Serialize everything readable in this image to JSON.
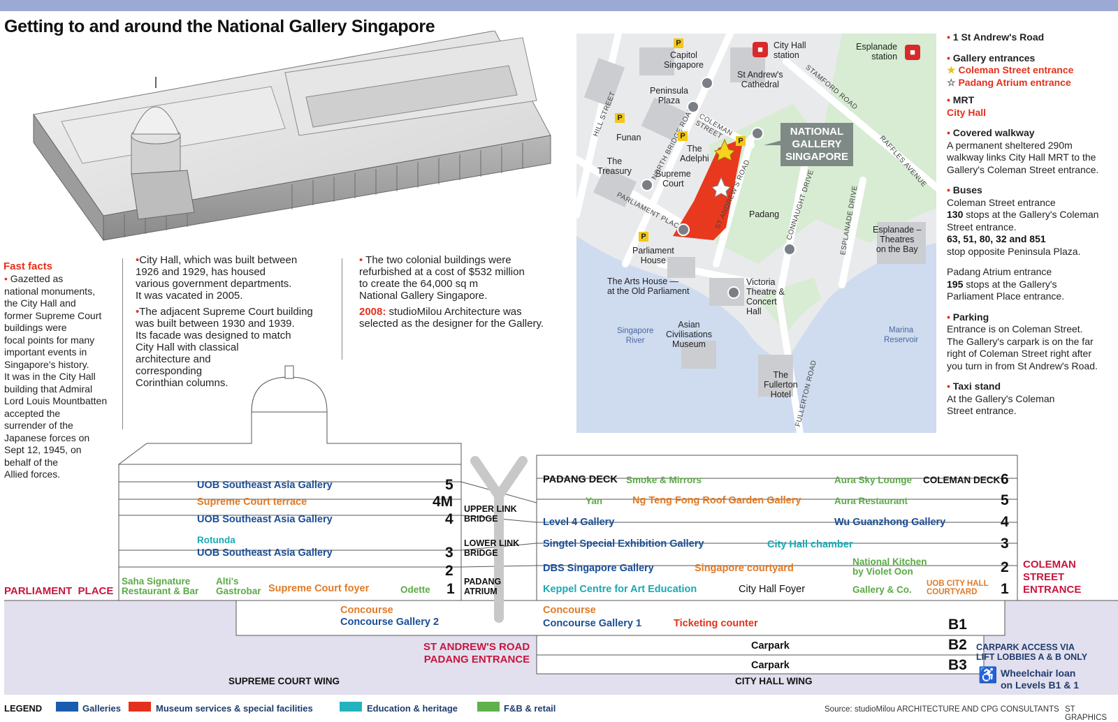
{
  "title": "Getting to and around the National Gallery Singapore",
  "fast_facts": {
    "heading": "Fast facts",
    "col1": [
      "Gazetted as",
      "national monuments,",
      "the City Hall and",
      "former Supreme Court",
      "buildings were",
      "focal points for many",
      "important events in",
      "Singapore's history.",
      "It was in the City Hall",
      "building that Admiral",
      "Lord Louis Mountbatten",
      "accepted the",
      "surrender of the",
      "Japanese forces on",
      "Sept 12, 1945, on",
      "behalf of the",
      "Allied forces."
    ],
    "col2a": [
      "City Hall, which was built between",
      "1926 and 1929, has housed",
      "various government departments.",
      "It was vacated in 2005."
    ],
    "col2b": [
      "The adjacent Supreme Court building",
      "was built between 1930 and 1939.",
      "Its facade was designed to match",
      "City Hall with classical",
      "architecture and",
      "corresponding",
      "Corinthian columns."
    ],
    "col3a": [
      "The two colonial buildings were",
      "refurbished at a cost of $532 million",
      "to create the 64,000 sq m",
      "National Gallery Singapore."
    ],
    "col3b_year": "2008:",
    "col3b": [
      "studioMilou Architecture was",
      "selected as the designer for the Gallery."
    ]
  },
  "map": {
    "callout": [
      "NATIONAL",
      "GALLERY",
      "SINGAPORE"
    ],
    "places": {
      "city_hall_station": [
        "City Hall",
        "station"
      ],
      "esplanade_station": [
        "Esplanade",
        "station"
      ],
      "capitol": [
        "Capitol",
        "Singapore"
      ],
      "cathedral": [
        "St Andrew's",
        "Cathedral"
      ],
      "peninsula": [
        "Peninsula",
        "Plaza"
      ],
      "funan": [
        "Funan"
      ],
      "adelphi": [
        "The",
        "Adelphi"
      ],
      "treasury": [
        "The",
        "Treasury"
      ],
      "supreme": [
        "Supreme",
        "Court"
      ],
      "padang": [
        "Padang"
      ],
      "parliament": [
        "Parliament",
        "House"
      ],
      "arts_house": [
        "The Arts House —",
        "at the Old Parliament"
      ],
      "victoria": [
        "Victoria",
        "Theatre &",
        "Concert",
        "Hall"
      ],
      "esplanade_theatres": [
        "Esplanade –",
        "Theatres",
        "on the Bay"
      ],
      "sg_river": [
        "Singapore",
        "River"
      ],
      "acm": [
        "Asian",
        "Civilisations",
        "Museum"
      ],
      "marina": [
        "Marina",
        "Reservoir"
      ],
      "fullerton": [
        "The",
        "Fullerton",
        "Hotel"
      ]
    },
    "roads": {
      "stamford": "STAMFORD ROAD",
      "hill": "HILL STREET",
      "north_bridge": "NORTH BRIDGE ROAD",
      "coleman": [
        "COLEMAN",
        "STREET"
      ],
      "raffles": "RAFFLES AVENUE",
      "st_andrews": "ST ANDREW'S ROAD",
      "parliament_place": "PARLIAMENT PLACE",
      "connaught": "CONNAUGHT DRIVE",
      "esplanade_drive": "ESPLANADE DRIVE",
      "fullerton_road": "FULLERTON ROAD"
    },
    "parking_glyph": "P"
  },
  "info": {
    "address": "1 St Andrew's Road",
    "entrances_heading": "Gallery entrances",
    "coleman_entrance": "Coleman Street entrance",
    "padang_entrance": "Padang Atrium entrance",
    "mrt_heading": "MRT",
    "mrt_value": "City Hall",
    "walkway_heading": "Covered walkway",
    "walkway_text": [
      "A permanent sheltered 290m",
      "walkway links City Hall MRT to the",
      "Gallery's Coleman Street entrance."
    ],
    "buses_heading": "Buses",
    "buses_coleman": "Coleman Street entrance",
    "bus_130": "130",
    "bus_130_text": [
      " stops at the Gallery's Coleman",
      "Street entrance."
    ],
    "bus_others": "63, 51, 80, 32 and 851",
    "bus_others_text": "stop opposite Peninsula Plaza.",
    "buses_padang": "Padang Atrium entrance",
    "bus_195": "195",
    "bus_195_text": [
      " stops at the Gallery's",
      "Parliament Place entrance."
    ],
    "parking_heading": "Parking",
    "parking_text": [
      "Entrance is on Coleman Street.",
      "The Gallery's carpark is on the far",
      "right of Coleman Street right after",
      "you turn in from St Andrew's Road."
    ],
    "taxi_heading": "Taxi stand",
    "taxi_text": [
      "At the Gallery's Coleman",
      "Street entrance."
    ]
  },
  "sections": {
    "supreme": {
      "l5": "UOB Southeast Asia Gallery",
      "n5": "5",
      "l4m": "Supreme Court terrace",
      "n4m": "4M",
      "l4": "UOB Southeast Asia Gallery",
      "n4": "4",
      "l3a": "Rotunda",
      "l3b": "UOB Southeast Asia Gallery",
      "n3": "3",
      "n2": "2",
      "l1a": [
        "Saha Signature",
        "Restaurant & Bar"
      ],
      "l1b": [
        "Alti's",
        "Gastrobar"
      ],
      "l1c": "Supreme Court foyer",
      "l1d": "Odette",
      "n1": "1"
    },
    "middle": {
      "upper": [
        "UPPER LINK",
        "BRIDGE"
      ],
      "lower": [
        "LOWER LINK",
        "BRIDGE"
      ],
      "atrium": [
        "PADANG",
        "ATRIUM"
      ]
    },
    "cityhall": {
      "l6a": "PADANG DECK",
      "l6b": "Smoke & Mirrors",
      "l6c": "Aura Sky Lounge",
      "l6d": "COLEMAN DECK",
      "n6": "6",
      "l5a": "Yan",
      "l5b": "Ng Teng Fong Roof Garden Gallery",
      "l5c": "Aura Restaurant",
      "n5": "5",
      "l4a": "Level 4 Gallery",
      "l4b": "Wu Guanzhong Gallery",
      "n4": "4",
      "l3a": "Singtel Special Exhibition Gallery",
      "l3b": "City Hall chamber",
      "n3": "3",
      "l2a": "DBS Singapore Gallery",
      "l2b": "Singapore courtyard",
      "l2c": [
        "National Kitchen",
        "by Violet Oon"
      ],
      "n2": "2",
      "l1a": "Keppel Centre for Art Education",
      "l1b": "City Hall Foyer",
      "l1c": "Gallery & Co.",
      "l1d": [
        "UOB CITY HALL",
        "COURTYARD"
      ],
      "n1": "1"
    },
    "basement": {
      "b1_left_a": "Concourse",
      "b1_left_b": "Concourse Gallery 2",
      "b1_right_a": "Concourse",
      "b1_right_b": "Concourse Gallery 1",
      "b1_ticket": "Ticketing counter",
      "nb1": "B1",
      "b2": "Carpark",
      "nb2": "B2",
      "b3": "Carpark",
      "nb3": "B3",
      "carpark_access": [
        "CARPARK ACCESS VIA",
        "LIFT LOBBIES A & B ONLY"
      ],
      "wheelchair": [
        "Wheelchair loan",
        "on Levels B1 & 1"
      ]
    },
    "parliament_place": "PARLIAMENT  PLACE",
    "coleman_entrance": [
      "COLEMAN",
      "STREET",
      "ENTRANCE"
    ],
    "st_andrews_entrance": [
      "ST ANDREW'S ROAD",
      "PADANG ENTRANCE"
    ],
    "supreme_wing": "SUPREME COURT WING",
    "cityhall_wing": "CITY HALL WING"
  },
  "legend": {
    "label": "LEGEND",
    "items": [
      {
        "label": "Galleries",
        "color": "#1a5cb0"
      },
      {
        "label": "Museum services & special facilities",
        "color": "#e4311b"
      },
      {
        "label": "Education & heritage",
        "color": "#22b3be"
      },
      {
        "label": "F&B & retail",
        "color": "#5fb14a"
      }
    ]
  },
  "source": "Source: studioMilou ARCHITECTURE AND CPG CONSULTANTS",
  "credit": "ST GRAPHICS"
}
